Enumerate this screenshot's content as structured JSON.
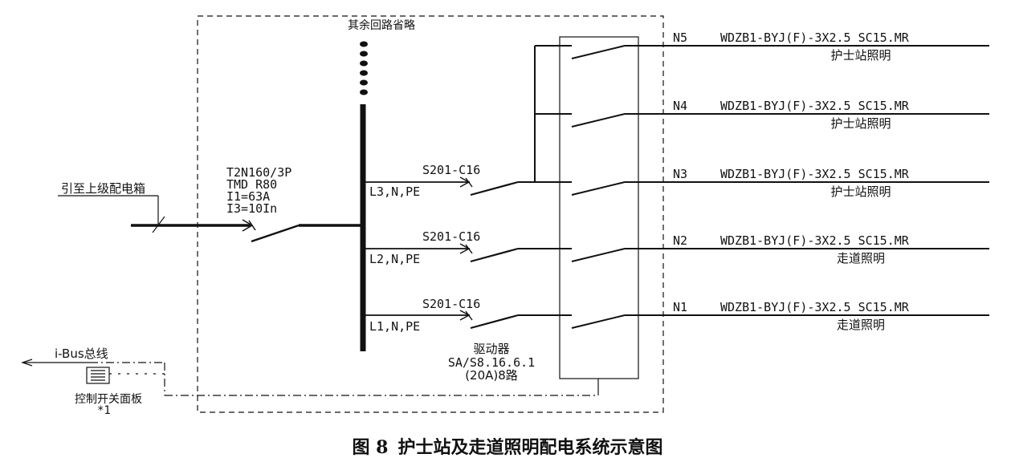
{
  "omitted_note": "其余回路省略",
  "incoming": {
    "label": "引至上级配电箱",
    "breaker": [
      "T2N160/3P",
      "TMD R80",
      "I1=63A",
      "I3=10In"
    ]
  },
  "branches": [
    {
      "breaker": "S201-C16",
      "phase": "L3,N,PE"
    },
    {
      "breaker": "S201-C16",
      "phase": "L2,N,PE"
    },
    {
      "breaker": "S201-C16",
      "phase": "L1,N,PE"
    }
  ],
  "circuits": [
    {
      "id": "N5",
      "cable": "WDZB1-BYJ(F)-3X2.5 SC15.MR",
      "load": "护士站照明"
    },
    {
      "id": "N4",
      "cable": "WDZB1-BYJ(F)-3X2.5 SC15.MR",
      "load": "护士站照明"
    },
    {
      "id": "N3",
      "cable": "WDZB1-BYJ(F)-3X2.5 SC15.MR",
      "load": "护士站照明"
    },
    {
      "id": "N2",
      "cable": "WDZB1-BYJ(F)-3X2.5 SC15.MR",
      "load": "走道照明"
    },
    {
      "id": "N1",
      "cable": "WDZB1-BYJ(F)-3X2.5 SC15.MR",
      "load": "走道照明"
    }
  ],
  "actuator": {
    "name": "驱动器",
    "model": "SA/S8.16.6.1",
    "rating": "(20A)8路"
  },
  "bus": {
    "label": "i-Bus总线"
  },
  "panel": {
    "label": "控制开关面板",
    "note": "*1"
  },
  "caption": {
    "number": "图 8",
    "title": "护士站及走道照明配电系统示意图"
  }
}
